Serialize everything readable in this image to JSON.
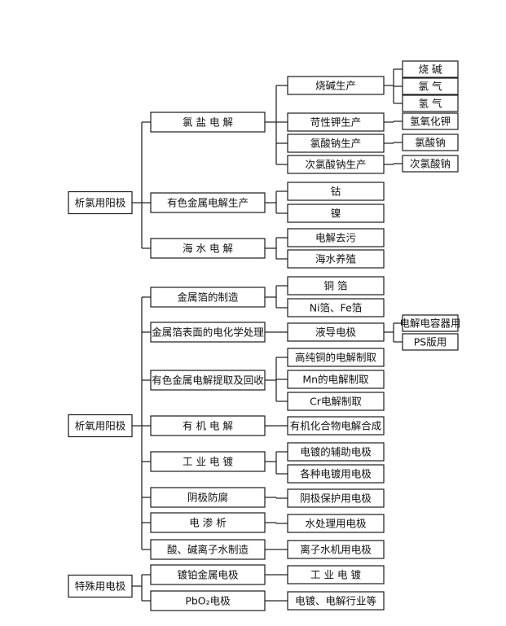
{
  "sections": [
    {
      "label": "析氯用阳极",
      "children": [
        {
          "label": "氯 盐 电 解",
          "children": [
            {
              "label": "烧碱生产",
              "children": [
                {
                  "label": "烧 碱"
                },
                {
                  "label": "氯 气"
                },
                {
                  "label": "氢 气"
                }
              ]
            },
            {
              "label": "苛性钾生产",
              "children": [
                {
                  "label": "氢氧化钾"
                }
              ]
            },
            {
              "label": "氯酸钠生产",
              "children": [
                {
                  "label": "氯酸钠"
                }
              ]
            },
            {
              "label": "次氯酸钠生产",
              "children": [
                {
                  "label": "次氯酸钠"
                }
              ]
            }
          ]
        },
        {
          "label": "有色金属电解生产",
          "children": [
            {
              "label": "钴"
            },
            {
              "label": "镍"
            }
          ]
        },
        {
          "label": "海 水 电 解",
          "children": [
            {
              "label": "电解去污"
            },
            {
              "label": "海水养殖"
            }
          ]
        }
      ]
    },
    {
      "label": "析氧用阳极",
      "children": [
        {
          "label": "金属箔的制造",
          "children": [
            {
              "label": "铜 箔"
            },
            {
              "label": "Ni箔、Fe箔"
            }
          ]
        },
        {
          "label": "金属箔表面的电化学处理",
          "children": [
            {
              "label": "液导电极",
              "children": [
                {
                  "label": "电解电容器用"
                },
                {
                  "label": "PS版用"
                }
              ]
            }
          ]
        },
        {
          "label": "有色金属电解提取及回收",
          "children": [
            {
              "label": "高纯铜的电解制取"
            },
            {
              "label": "Mn的电解制取"
            },
            {
              "label": "Cr电解制取"
            }
          ]
        },
        {
          "label": "有 机 电 解",
          "children": [
            {
              "label": "有机化合物电解合成"
            }
          ]
        },
        {
          "label": "工 业 电 镀",
          "children": [
            {
              "label": "电镀的辅助电极"
            },
            {
              "label": "各种电镀用电极"
            }
          ]
        },
        {
          "label": "阴极防腐",
          "children": [
            {
              "label": "阴极保护用电极"
            }
          ]
        },
        {
          "label": "电 渗 析",
          "children": [
            {
              "label": "水处理用电极"
            }
          ]
        },
        {
          "label": "酸、碱离子水制造",
          "children": [
            {
              "label": "离子水机用电极"
            }
          ]
        }
      ]
    },
    {
      "label": "特殊用电极",
      "children": [
        {
          "label": "镀铂金属电极",
          "children": [
            {
              "label": "工 业 电 镀"
            }
          ]
        },
        {
          "label": "PbO₂电极",
          "children": [
            {
              "label": "电镀、电解行业等"
            }
          ]
        }
      ]
    }
  ]
}
